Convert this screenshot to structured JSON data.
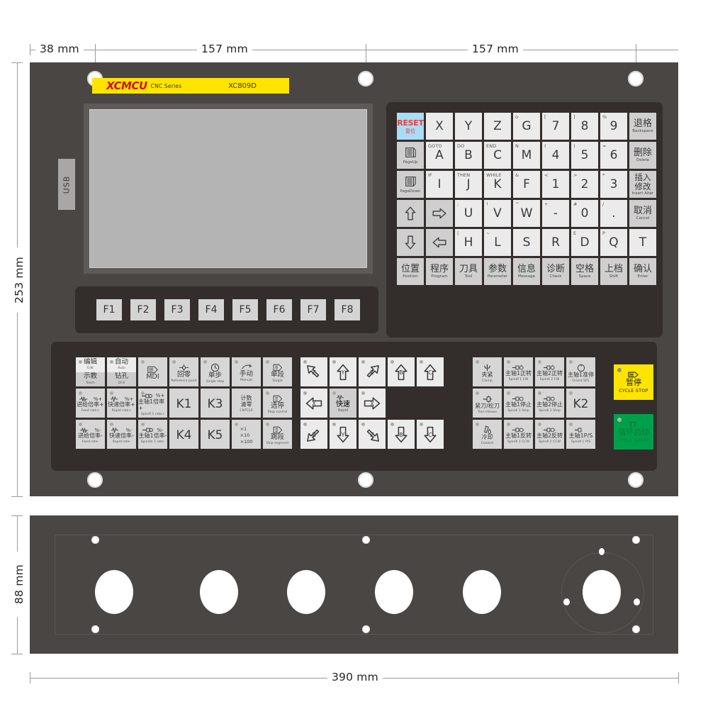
{
  "dimensions": {
    "top_left": "38 mm",
    "top_mid": "157 mm",
    "top_right": "157 mm",
    "left_height": "253 mm",
    "bottom_height": "88 mm",
    "bottom_width": "390 mm"
  },
  "brand": {
    "mark": "XCMCU",
    "series": "CNC Series",
    "model": "XC809D"
  },
  "usb": {
    "label": "USB"
  },
  "fkeys": [
    "F1",
    "F2",
    "F3",
    "F4",
    "F5",
    "F6",
    "F7",
    "F8"
  ],
  "keypad": {
    "rows": [
      [
        {
          "type": "reset",
          "top": "RESET",
          "cn": "复位",
          "name": "reset"
        },
        {
          "type": "alpha",
          "main": "X",
          "sup": "",
          "name": "x"
        },
        {
          "type": "alpha",
          "main": "Y",
          "sup": "",
          "name": "y"
        },
        {
          "type": "alpha",
          "main": "Z",
          "sup": "",
          "name": "z"
        },
        {
          "type": "alpha",
          "main": "G",
          "sup": "o",
          "name": "g"
        },
        {
          "type": "alpha",
          "main": "7",
          "sup": "[",
          "name": "7"
        },
        {
          "type": "alpha",
          "main": "8",
          "sup": "]",
          "name": "8"
        },
        {
          "type": "alpha",
          "main": "9",
          "sup": "%",
          "name": "9"
        },
        {
          "type": "cjk",
          "cn": "退格",
          "en": "Backspace",
          "name": "backspace"
        }
      ],
      [
        {
          "type": "page",
          "icon": "pageup",
          "en": "PageUp",
          "name": "page-up"
        },
        {
          "type": "alpha",
          "main": "A",
          "sup": "GOTO",
          "name": "a"
        },
        {
          "type": "alpha",
          "main": "B",
          "sup": "DO",
          "name": "b"
        },
        {
          "type": "alpha",
          "main": "C",
          "sup": "END",
          "name": "c"
        },
        {
          "type": "alpha",
          "main": "M",
          "sup": "N",
          "name": "m"
        },
        {
          "type": "alpha",
          "main": "4",
          "sup": "(",
          "name": "4"
        },
        {
          "type": "alpha",
          "main": "5",
          "sup": ")",
          "name": "5"
        },
        {
          "type": "alpha",
          "main": "6",
          "sup": "=",
          "name": "6"
        },
        {
          "type": "cjk",
          "cn": "删除",
          "en": "Delete",
          "name": "delete"
        }
      ],
      [
        {
          "type": "page",
          "icon": "pagedown",
          "en": "PageDown",
          "name": "page-down"
        },
        {
          "type": "alpha",
          "main": "I",
          "sup": "IF",
          "name": "i"
        },
        {
          "type": "alpha",
          "main": "J",
          "sup": "THEN",
          "name": "j"
        },
        {
          "type": "alpha",
          "main": "K",
          "sup": "WHILE",
          "name": "k"
        },
        {
          "type": "alpha",
          "main": "F",
          "sup": "&",
          "name": "f"
        },
        {
          "type": "alpha",
          "main": "1",
          "sup": "<",
          "name": "1"
        },
        {
          "type": "alpha",
          "main": "2",
          "sup": ">",
          "name": "2"
        },
        {
          "type": "alpha",
          "main": "3",
          "sup": "*",
          "name": "3"
        },
        {
          "type": "cjk2",
          "cn": "插入",
          "cn2": "修改",
          "en": "Insert Alter",
          "name": "insert-alter"
        }
      ],
      [
        {
          "type": "nav",
          "icon": "up",
          "name": "cursor-up"
        },
        {
          "type": "nav",
          "icon": "right",
          "name": "cursor-right"
        },
        {
          "type": "alpha",
          "main": "U",
          "sup": ";",
          "name": "u"
        },
        {
          "type": "alpha",
          "main": "V",
          "sup": "!",
          "name": "v"
        },
        {
          "type": "alpha",
          "main": "W",
          "sup": "^",
          "name": "w"
        },
        {
          "type": "alpha",
          "main": "-",
          "sup": "+",
          "name": "minus"
        },
        {
          "type": "alpha",
          "main": "0",
          "sup": "#",
          "name": "0"
        },
        {
          "type": "alpha",
          "main": ".",
          "sup": "/",
          "name": "dot"
        },
        {
          "type": "cjk",
          "cn": "取消",
          "en": "Cancel",
          "name": "cancel"
        }
      ],
      [
        {
          "type": "nav",
          "icon": "down",
          "name": "cursor-down"
        },
        {
          "type": "nav",
          "icon": "left",
          "name": "cursor-left"
        },
        {
          "type": "alpha",
          "main": "H",
          "sup": "|",
          "name": "h"
        },
        {
          "type": "alpha",
          "main": "L",
          "sup": "~",
          "name": "l"
        },
        {
          "type": "alpha",
          "main": "S",
          "sup": "",
          "name": "s"
        },
        {
          "type": "alpha",
          "main": "R",
          "sup": "",
          "name": "r"
        },
        {
          "type": "alpha",
          "main": "D",
          "sup": "E",
          "name": "d"
        },
        {
          "type": "alpha",
          "main": "Q",
          "sup": "P",
          "name": "q"
        },
        {
          "type": "alpha",
          "main": "T",
          "sup": "",
          "name": "t"
        }
      ],
      [
        {
          "type": "cjk",
          "cn": "位置",
          "en": "Position",
          "name": "position"
        },
        {
          "type": "cjk",
          "cn": "程序",
          "en": "Program",
          "name": "program"
        },
        {
          "type": "cjk",
          "cn": "刀具",
          "en": "Tool",
          "name": "tool"
        },
        {
          "type": "cjk",
          "cn": "参数",
          "en": "Parameter",
          "name": "parameter"
        },
        {
          "type": "cjk",
          "cn": "信息",
          "en": "Message",
          "name": "message"
        },
        {
          "type": "cjk",
          "cn": "诊断",
          "en": "Check",
          "name": "check"
        },
        {
          "type": "cjk",
          "cn": "空格",
          "en": "Space",
          "name": "space"
        },
        {
          "type": "cjk",
          "cn": "上档",
          "en": "Shift",
          "name": "shift"
        },
        {
          "type": "cjk",
          "cn": "确认",
          "en": "Enter",
          "name": "enter"
        }
      ]
    ]
  },
  "mcp_left": {
    "rows": [
      [
        {
          "style": "split",
          "led": true,
          "cn": "编辑",
          "en": "Edit",
          "cn2": "示教",
          "en2": "Teach",
          "name": "edit-teach"
        },
        {
          "style": "split",
          "led": true,
          "cn": "自动",
          "en": "Auto",
          "cn2": "钻孔",
          "en2": "Drill",
          "name": "auto-drill"
        },
        {
          "style": "icon",
          "led": true,
          "icon": "mdi",
          "cn": "MDI",
          "en": "",
          "name": "mdi"
        },
        {
          "style": "icon",
          "led": true,
          "icon": "home",
          "cn": "回零",
          "en": "Reference point",
          "name": "reference-point"
        },
        {
          "style": "icon",
          "led": true,
          "icon": "step",
          "cn": "单步",
          "en": "Single step",
          "name": "single-step"
        },
        {
          "style": "icon",
          "led": true,
          "icon": "hand",
          "cn": "手动",
          "en": "Manual",
          "name": "manual"
        },
        {
          "style": "icon",
          "led": true,
          "icon": "block",
          "cn": "单段",
          "en": "Single",
          "name": "single-block"
        }
      ],
      [
        {
          "style": "rate",
          "led": true,
          "icon": "feed",
          "sym": "%+",
          "cn": "进给倍率+",
          "en": "Feed rate+",
          "name": "feed-rate-up"
        },
        {
          "style": "rate",
          "led": true,
          "icon": "rapid",
          "sym": "%+",
          "cn": "快速倍率+",
          "en": "Rapid rate+",
          "name": "rapid-rate-up"
        },
        {
          "style": "rate",
          "led": true,
          "icon": "spindle",
          "sym": "%+",
          "cn": "主轴1倍率+",
          "en": "Spindl 1 rate+",
          "name": "spindle1-rate-up"
        },
        {
          "style": "big",
          "led": false,
          "big": "K1",
          "name": "k1"
        },
        {
          "style": "big",
          "led": false,
          "big": "K3",
          "name": "k3"
        },
        {
          "style": "text3",
          "led": false,
          "cn": "计数",
          "cn2": "清零",
          "en": "CNTCLR",
          "name": "counter-clear"
        },
        {
          "style": "icon",
          "led": true,
          "icon": "stopctl",
          "cn": "选停",
          "en": "Stop control",
          "name": "stop-control"
        }
      ],
      [
        {
          "style": "rate",
          "led": true,
          "icon": "feed",
          "sym": "%-",
          "cn": "进给倍率-",
          "en": "Feed rate-",
          "name": "feed-rate-down"
        },
        {
          "style": "rate",
          "led": true,
          "icon": "rapid",
          "sym": "%-",
          "cn": "快速倍率-",
          "en": "Rapid rate-",
          "name": "rapid-rate-down"
        },
        {
          "style": "rate",
          "led": true,
          "icon": "spindle",
          "sym": "%-",
          "cn": "主轴1倍率-",
          "en": "Spindle 1 rate-",
          "name": "spindle1-rate-down"
        },
        {
          "style": "big",
          "led": false,
          "big": "K4",
          "name": "k4"
        },
        {
          "style": "big",
          "led": false,
          "big": "K5",
          "name": "k5"
        },
        {
          "style": "mult",
          "led": true,
          "lines": [
            "×1",
            "×10",
            "×100"
          ],
          "name": "step-multiplier"
        },
        {
          "style": "icon",
          "led": true,
          "icon": "skip",
          "cn": "跳段",
          "en": "Skip segment",
          "name": "skip-segment"
        }
      ]
    ]
  },
  "jog": {
    "rows": [
      [
        {
          "icon": "diag-ul",
          "axis": "Z",
          "name": "jog-z-minus-diagonal"
        },
        {
          "icon": "up",
          "axis": "Y",
          "name": "jog-y-plus"
        },
        {
          "icon": "diag-ur",
          "axis": "Z",
          "name": "jog-z-plus-diagonal"
        },
        {
          "icon": "up",
          "axis": "B",
          "name": "jog-b-plus"
        },
        {
          "icon": "up",
          "axis": "C",
          "name": "jog-c-plus"
        }
      ],
      [
        {
          "icon": "left",
          "axis": "X",
          "name": "jog-x-minus"
        },
        {
          "icon": "rapid",
          "cn": "快速",
          "en": "Rapid",
          "name": "rapid-jog"
        },
        {
          "icon": "right",
          "axis": "X",
          "name": "jog-x-plus"
        },
        {
          "icon": "blank",
          "name": "jog-blank-1"
        },
        {
          "icon": "blank",
          "name": "jog-blank-2"
        }
      ],
      [
        {
          "icon": "diag-dl",
          "axis": "Z",
          "name": "jog-z-down-left"
        },
        {
          "icon": "down",
          "axis": "Y",
          "name": "jog-y-minus"
        },
        {
          "icon": "diag-dr",
          "axis": "Z",
          "name": "jog-z-down-right"
        },
        {
          "icon": "down",
          "axis": "B",
          "name": "jog-b-minus"
        },
        {
          "icon": "down",
          "axis": "C",
          "name": "jog-c-minus"
        }
      ]
    ]
  },
  "mcp_right": {
    "rows": [
      [
        {
          "led": true,
          "icon": "clamp",
          "cn": "夹紧",
          "en": "Clamp",
          "name": "clamp"
        },
        {
          "led": true,
          "icon": "spcw",
          "cn": "主轴1正转",
          "en": "Spindl 1 CW",
          "name": "spindle1-cw"
        },
        {
          "led": true,
          "icon": "spcw",
          "cn": "主轴2正转",
          "en": "Spindl 2 CW",
          "name": "spindle2-cw"
        },
        {
          "led": true,
          "icon": "orient",
          "cn": "主轴1准停",
          "en": "Orient SP1",
          "name": "orient-sp1"
        }
      ],
      [
        {
          "led": true,
          "icon": "toolrel",
          "cn": "紧刀/松刀",
          "en": "Tool release",
          "name": "tool-release"
        },
        {
          "led": true,
          "icon": "spstop",
          "cn": "主轴1停止",
          "en": "Spindl 1 Stop",
          "name": "spindle1-stop"
        },
        {
          "led": true,
          "icon": "spstop",
          "cn": "主轴2停止",
          "en": "Spindl 2 Stop",
          "name": "spindle2-stop"
        },
        {
          "led": true,
          "big": "K2",
          "name": "k2"
        }
      ],
      [
        {
          "led": true,
          "icon": "coolant",
          "cn": "冷却",
          "en": "Coolant",
          "name": "coolant"
        },
        {
          "led": true,
          "icon": "spccw",
          "cn": "主轴1反转",
          "en": "Spindl 1 CCW",
          "name": "spindle1-ccw"
        },
        {
          "led": true,
          "icon": "spccw",
          "cn": "主轴2反转",
          "en": "Spindl 2 CCW",
          "name": "spindle2-ccw"
        },
        {
          "led": true,
          "icon": "sppfs",
          "cn": "主轴1P/S",
          "en": "Spindl 1 P/S",
          "name": "spindle1-ps"
        }
      ]
    ]
  },
  "cycle_stop": {
    "cn": "暂停",
    "en": "CYCLE STOP",
    "color": "#ffe400"
  },
  "cycle_start": {
    "cn": "循环启动",
    "en": "CYCLE START",
    "color": "#00a04a"
  }
}
